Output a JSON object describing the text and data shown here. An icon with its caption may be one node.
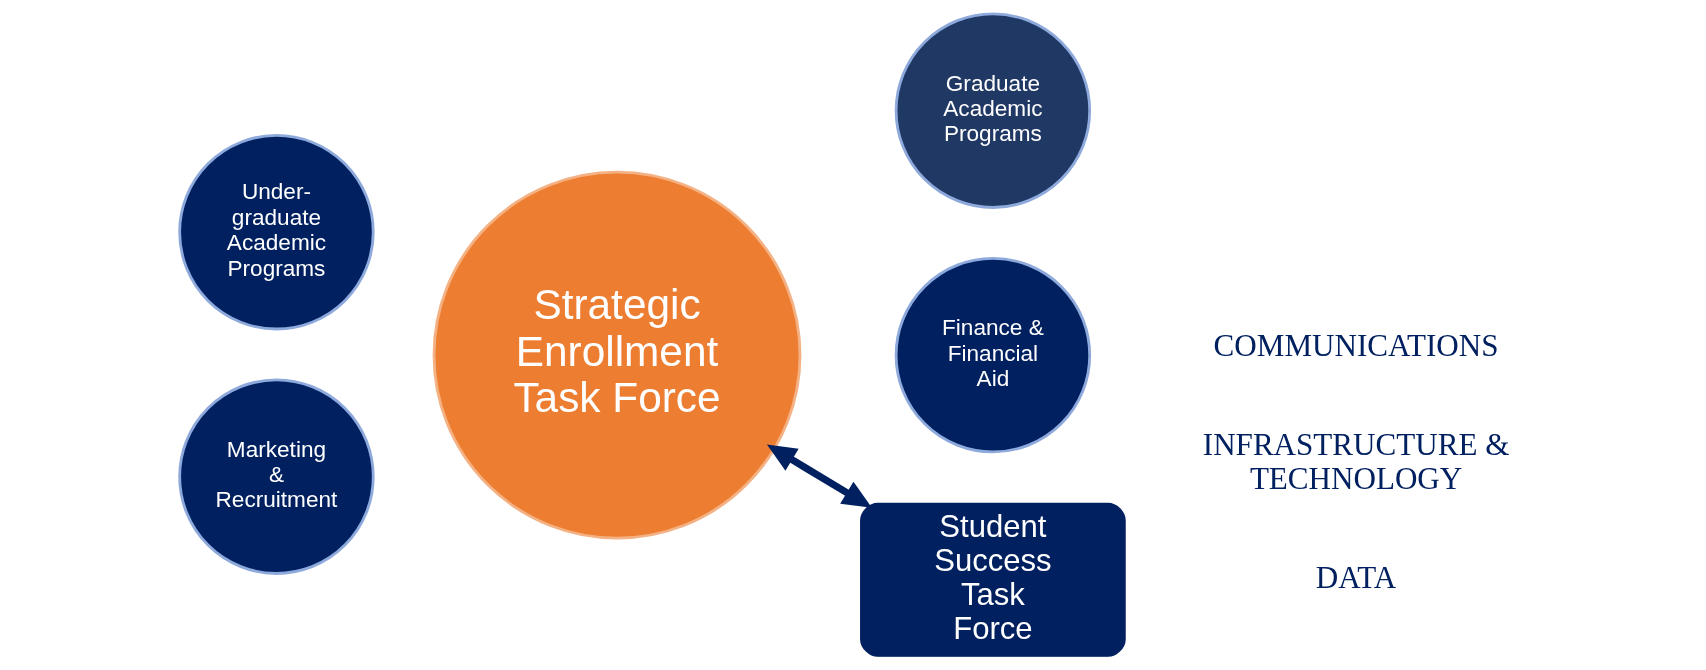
{
  "diagram": {
    "nodes": [
      {
        "text": [
          "Strategic Enrollment Task Force"
        ]
      },
      {
        "text": [
          "Under- graduate Academic Programs"
        ]
      },
      {
        "text": [
          "Graduate Academic Programs"
        ]
      },
      {
        "text": [
          "Marketing & Recruitment"
        ]
      },
      {
        "text": [
          "Finance & Financial Aid"
        ]
      },
      {
        "text": [
          "Student Success Task Force"
        ]
      }
    ],
    "edges": [
      {
        "from": 0,
        "to": 5,
        "arrow": "both"
      }
    ],
    "labels": [
      "DATA",
      "COMMUNICATIONS",
      "INFRASTRUCTURE & TECHNOLOGY"
    ]
  }
}
